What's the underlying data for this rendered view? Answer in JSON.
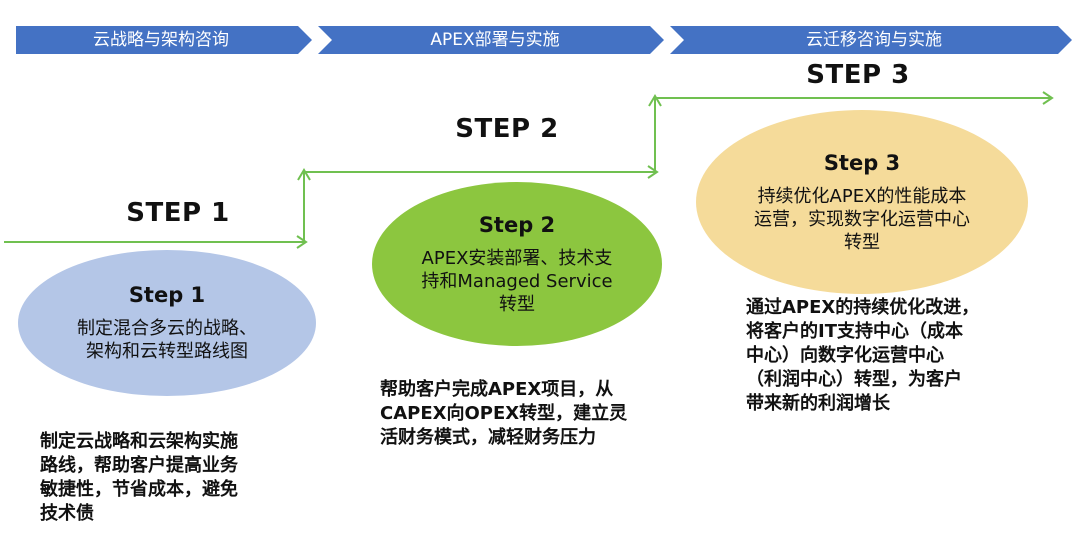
{
  "phases": [
    {
      "label": "云战略与架构咨询"
    },
    {
      "label": "APEX部署与实施"
    },
    {
      "label": "云迁移咨询与实施"
    }
  ],
  "steps": [
    {
      "big_label": "STEP 1",
      "title": "Step 1",
      "ellipse_lines": [
        "制定混合多云的战略、",
        "架构和云转型路线图"
      ],
      "desc_lines": [
        "制定云战略和云架构实施",
        "路线，帮助客户提高业务",
        "敏捷性，节省成本，避免",
        "技术债"
      ]
    },
    {
      "big_label": "STEP 2",
      "title": "Step 2",
      "ellipse_lines": [
        "APEX安装部署、技术支",
        "持和Managed Service",
        "转型"
      ],
      "desc_lines": [
        "帮助客户完成APEX项目，从",
        "CAPEX向OPEX转型，建立灵",
        "活财务模式，减轻财务压力"
      ]
    },
    {
      "big_label": "STEP 3",
      "title": "Step 3",
      "ellipse_lines": [
        "持续优化APEX的性能成本",
        "运营，实现数字化运营中心",
        "转型"
      ],
      "desc_lines": [
        "通过APEX的持续优化改进，",
        "将客户的IT支持中心（成本",
        "中心）向数字化运营中心",
        "（利润中心）转型，为客户",
        "带来新的利润增长"
      ]
    }
  ],
  "colors": {
    "chevron": "#4472c4",
    "line": "#70c050",
    "ellipse1": "#b4c6e7",
    "ellipse2": "#8cc63f",
    "ellipse3": "#f5db9a"
  }
}
